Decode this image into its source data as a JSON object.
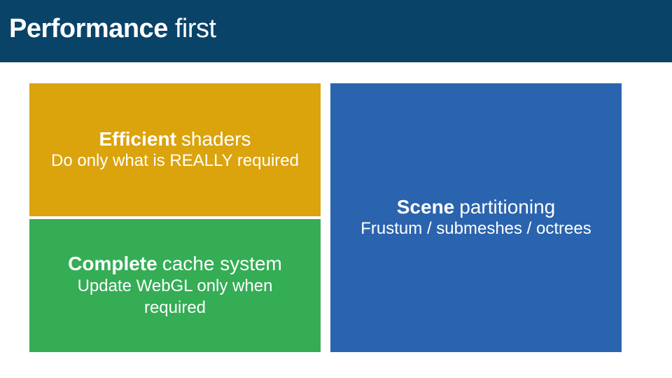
{
  "header": {
    "title_bold": "Performance",
    "title_light": "first"
  },
  "tiles": [
    {
      "name": "efficient-shaders",
      "heading_bold": "Efficient",
      "heading_rest": "shaders",
      "subtitle": "Do only what is REALLY required",
      "bg_color": "#DBA30C"
    },
    {
      "name": "complete-cache-system",
      "heading_bold": "Complete",
      "heading_rest": "cache system",
      "subtitle": "Update WebGL only when\nrequired",
      "bg_color": "#34AD55"
    },
    {
      "name": "scene-partitioning",
      "heading_bold": "Scene",
      "heading_rest": "partitioning",
      "subtitle": "Frustum / submeshes / octrees",
      "bg_color": "#2B64AE"
    }
  ],
  "colors": {
    "header_bg": "#094368",
    "tile_gold": "#DBA30C",
    "tile_green": "#34AD55",
    "tile_blue": "#2B64AE",
    "text": "#FFFFFF",
    "page_bg": "#FFFFFF"
  }
}
